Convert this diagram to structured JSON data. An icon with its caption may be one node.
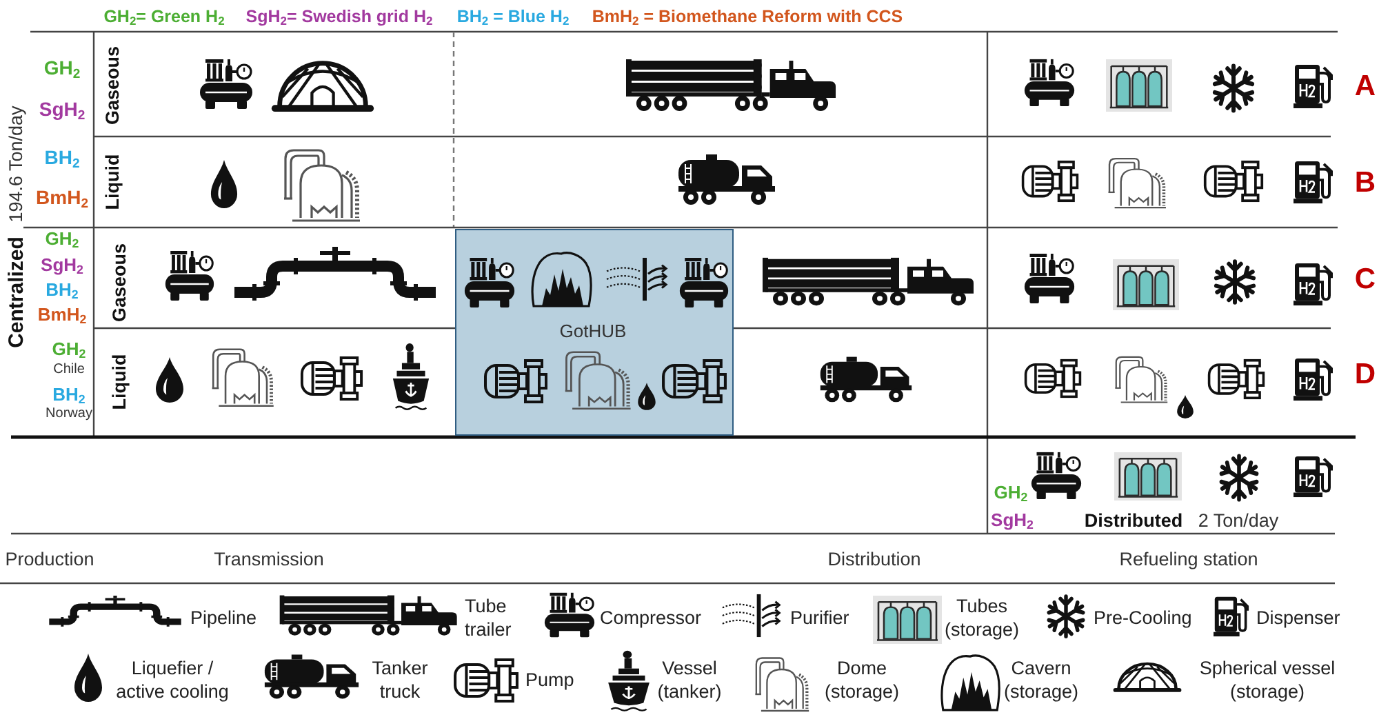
{
  "diagram": {
    "nodes": [
      {
        "text": [
          "GotHUB"
        ]
      }
    ],
    "labels": [
      "GH$_{2}$= Green H$_{2}$",
      "SgH$_{2}$= Swedish grid H$_{2}$",
      "BH$_{2}$ = Blue H$_{2}$",
      "BmH$_{2}$ = Biomethane Reform with CCS",
      "194.6 Ton/day",
      "GH$_{2}$",
      "SgH$_{2}$",
      "Gaseous",
      "A",
      "BH$_{2}$",
      "BmH$_{2}$",
      "Liquid",
      "B",
      "Centralized",
      "GH$_{2}$",
      "SgH$_{2}$",
      "BH$_{2}$",
      "BmH$_{2}$",
      "Gaseous",
      "C",
      "GH$_{2}$",
      "Chile",
      "BH$_{2}$",
      "Norway",
      "Liquid",
      "D",
      "GH$_{2}$",
      "SgH$_{2}$",
      "Distributed",
      "2 Ton/day",
      "Production",
      "Transmission",
      "Distribution",
      "Refueling station"
    ],
    "legend": [
      {
        "text": "Pipeline"
      },
      {
        "text": "Tube trailer"
      },
      {
        "text": "Compressor"
      },
      {
        "text": "Purifier"
      },
      {
        "text": "Tubes (storage)"
      },
      {
        "text": "Pre-Cooling"
      },
      {
        "text": "Dispenser"
      },
      {
        "text": "Liquefier / active cooling"
      },
      {
        "text": "Tanker truck"
      },
      {
        "text": "Pump"
      },
      {
        "text": "Vessel (tanker)"
      },
      {
        "text": "Dome (storage)"
      },
      {
        "text": "Cavern (storage)"
      },
      {
        "text": "Spherical vessel (storage)"
      }
    ]
  }
}
